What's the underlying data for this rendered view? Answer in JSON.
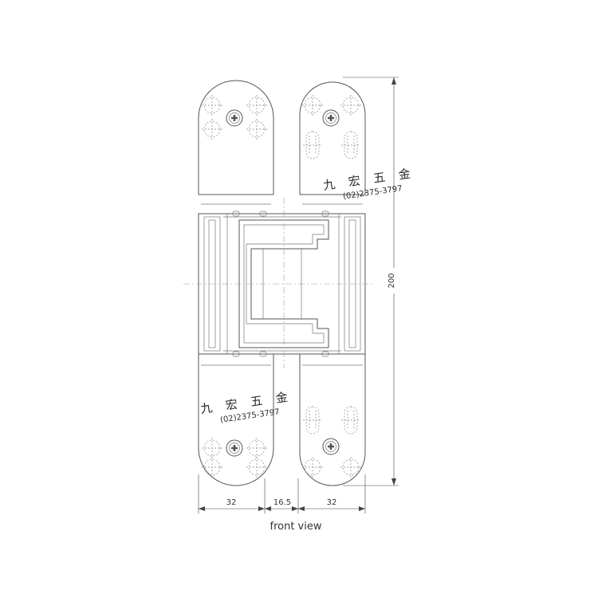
{
  "drawing": {
    "caption": "front view",
    "dimensions": {
      "overall_height": "200",
      "leaf_width_left": "32",
      "gap_width": "16.5",
      "leaf_width_right": "32"
    },
    "watermark": {
      "company": "九 宏 五 金",
      "phone": "(02)2375-3797"
    }
  }
}
